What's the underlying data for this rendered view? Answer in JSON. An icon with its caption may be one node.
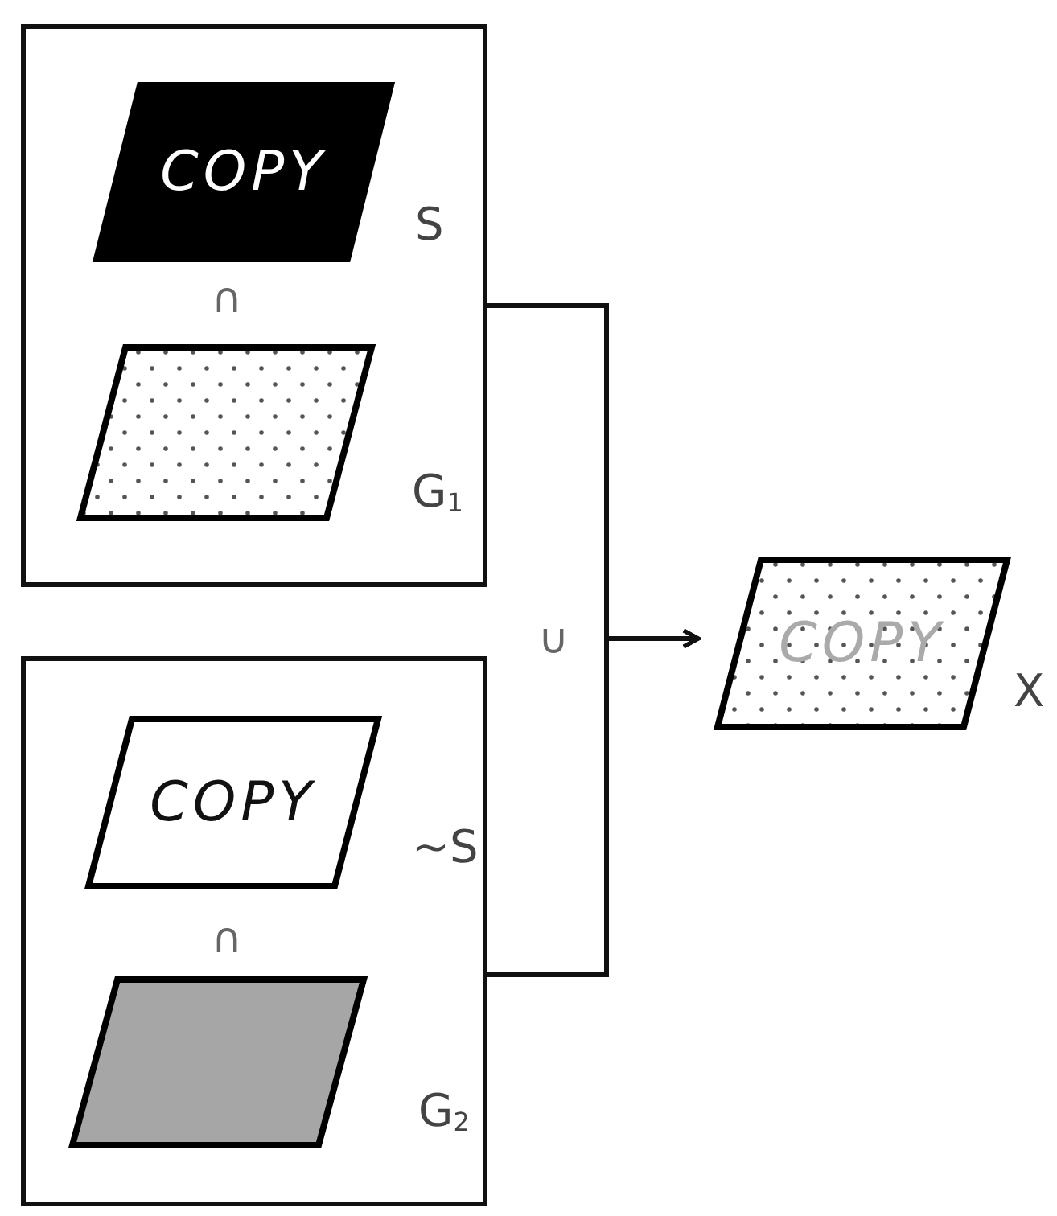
{
  "diagram": {
    "nodes": [
      {
        "text": [],
        "shape": "box"
      },
      {
        "text": [
          "COPY"
        ],
        "in": 0,
        "beside": [
          "S"
        ]
      },
      {
        "text": [],
        "shape": "parallelogram",
        "in": 0,
        "beside": [
          "G$_{1}$"
        ]
      },
      {
        "text": [],
        "shape": "box"
      },
      {
        "text": [
          "COPY"
        ],
        "in": 3,
        "beside": [
          "~S"
        ]
      },
      {
        "text": [],
        "shape": "parallelogram",
        "in": 3,
        "beside": [
          "G$_{2}$"
        ]
      },
      {
        "text": [
          "COPY"
        ],
        "beside": [
          "X"
        ]
      }
    ],
    "edges": [
      {
        "from": 0,
        "to": 6,
        "arrow": "to"
      },
      {
        "from": 3,
        "to": 6,
        "arrow": "to"
      }
    ],
    "labels": [
      "∩",
      "∪",
      "∩"
    ]
  }
}
